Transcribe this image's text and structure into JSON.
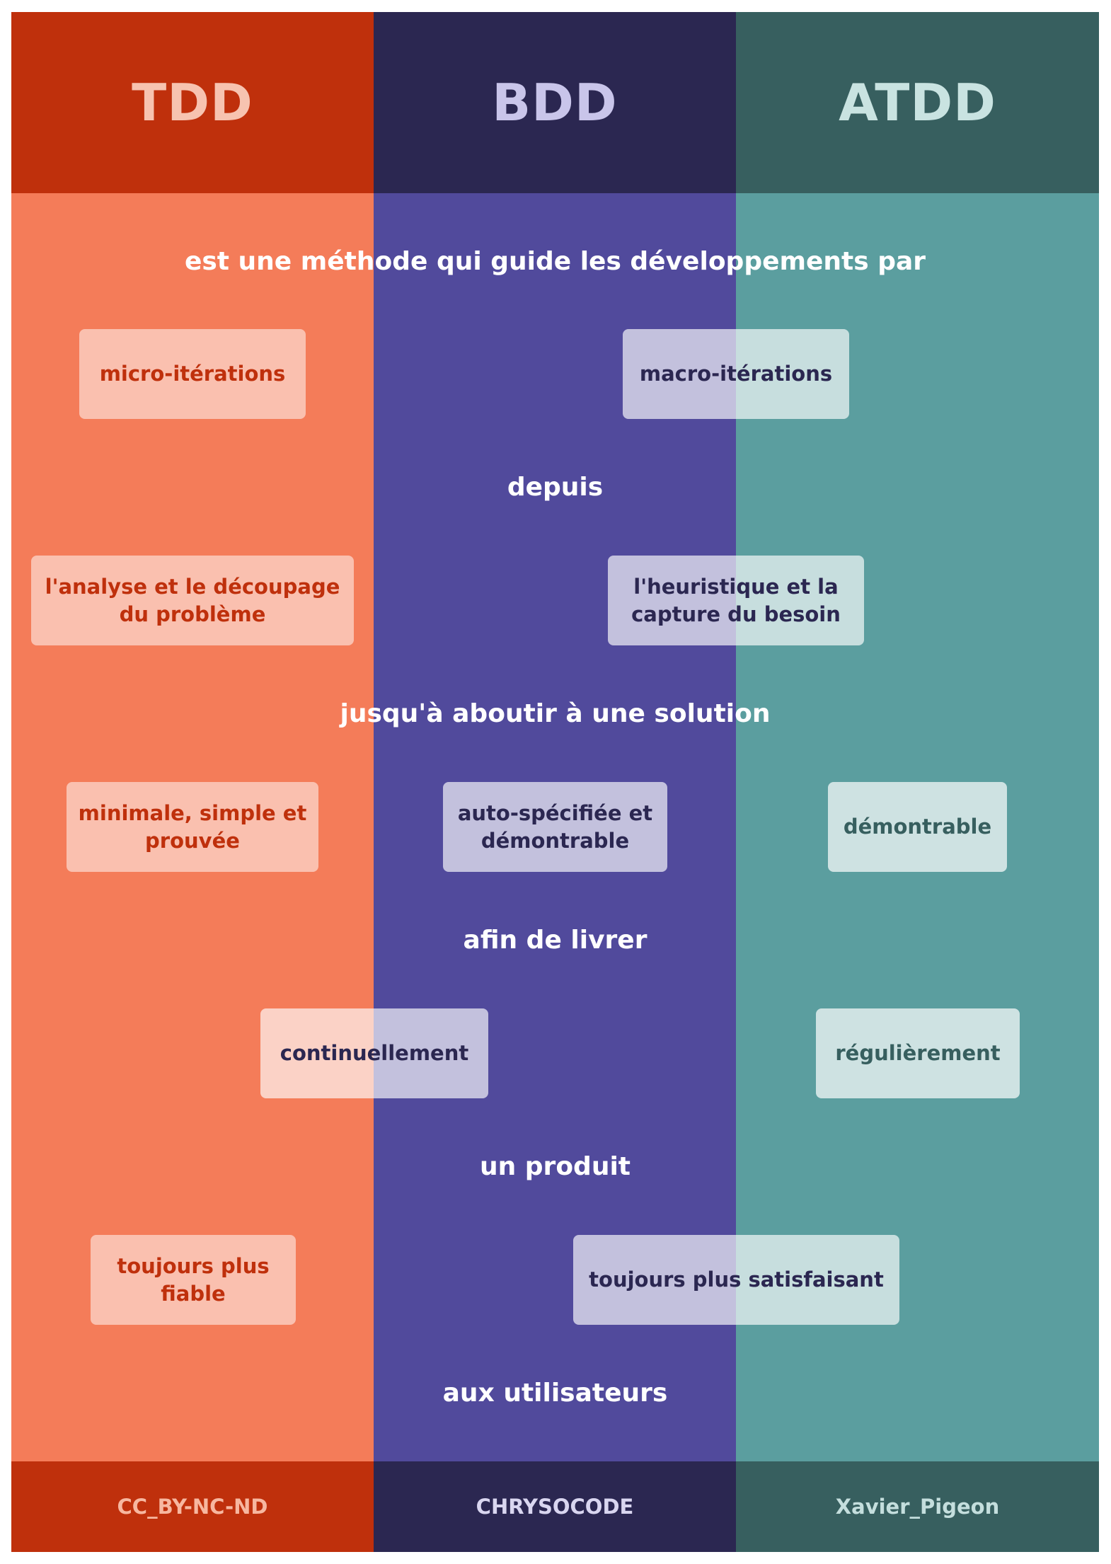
{
  "headers": [
    "TDD",
    "BDD",
    "ATDD"
  ],
  "phrases": [
    "est une méthode qui guide les développements par",
    "depuis",
    "jusqu'à aboutir à une solution",
    "afin de livrer",
    "un produit",
    "aux utilisateurs"
  ],
  "boxes": {
    "micro_iterations": "micro-itérations",
    "macro_iterations": "macro-itérations",
    "analyse_line1": "l'analyse et le découpage",
    "analyse_line2": "du problème",
    "heuristique_line1": "l'heuristique et la",
    "heuristique_line2": "capture du besoin",
    "minimale_line1": "minimale, simple et",
    "minimale_line2": "prouvée",
    "auto_line1": "auto-spécifiée et",
    "auto_line2": "démontrable",
    "demontrable": "démontrable",
    "continuellement": "continuellement",
    "regulierement": "régulièrement",
    "fiable_line1": "toujours plus",
    "fiable_line2": "fiable",
    "satisfaisant": "toujours plus satisfaisant"
  },
  "footer": [
    "CC_BY-NC-ND",
    "CHRYSOCODE",
    "Xavier_Pigeon"
  ],
  "colors": {
    "tdd_header": "#bf300c",
    "tdd_body": "#f47c59",
    "bdd_header": "#2b2751",
    "bdd_body": "#514a9c",
    "atdd_header": "#375f5f",
    "atdd_body": "#5b9e9f"
  }
}
